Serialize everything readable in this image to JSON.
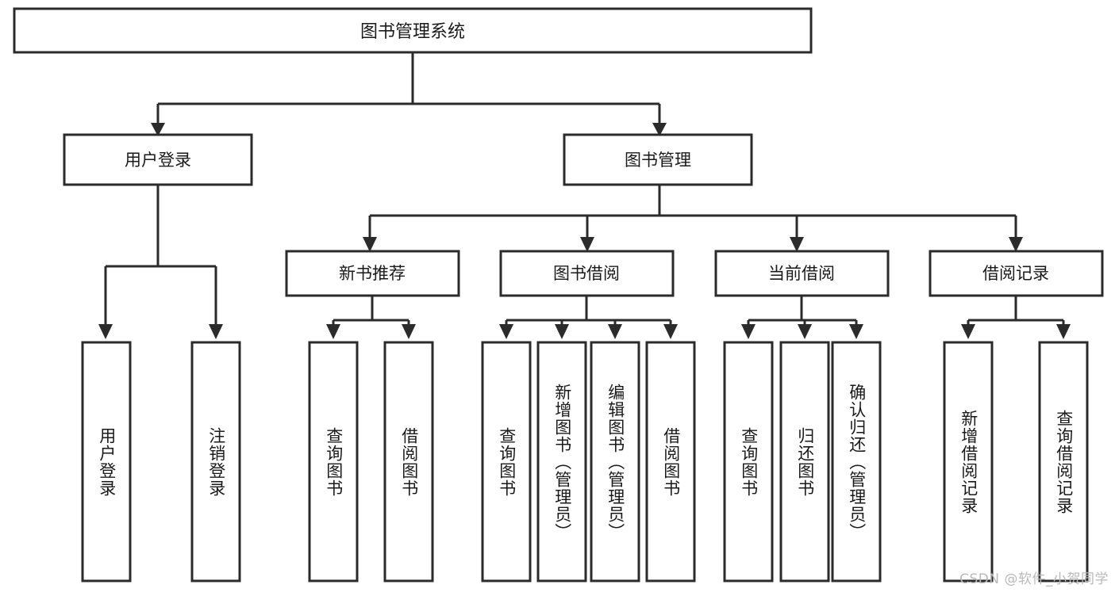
{
  "diagram": {
    "title": "图书管理系统",
    "type": "tree",
    "orientation": "top-down",
    "watermark": "CSDN @软件_小贺同学",
    "colors": {
      "background": "#ffffff",
      "box_border": "#2b2b2b",
      "box_fill": "#ffffff",
      "edge": "#2b2b2b",
      "text": "#1a1a1a",
      "watermark": "#b9b9b9"
    },
    "root": {
      "label": "图书管理系统",
      "id": "root"
    },
    "level1": [
      {
        "id": "user-login",
        "label": "用户登录"
      },
      {
        "id": "book-manage",
        "label": "图书管理"
      }
    ],
    "level2": [
      {
        "id": "new-book-recommend",
        "label": "新书推荐",
        "parent": "book-manage"
      },
      {
        "id": "book-borrow",
        "label": "图书借阅",
        "parent": "book-manage"
      },
      {
        "id": "current-borrow",
        "label": "当前借阅",
        "parent": "book-manage"
      },
      {
        "id": "borrow-record",
        "label": "借阅记录",
        "parent": "book-manage"
      }
    ],
    "leaves": [
      {
        "id": "leaf-user-login",
        "label": "用户登录",
        "parent": "user-login"
      },
      {
        "id": "leaf-logout-login",
        "label": "注销登录",
        "parent": "user-login"
      },
      {
        "id": "leaf-query-book-1",
        "label": "查询图书",
        "parent": "new-book-recommend"
      },
      {
        "id": "leaf-borrow-book-1",
        "label": "借阅图书",
        "parent": "new-book-recommend"
      },
      {
        "id": "leaf-query-book-2",
        "label": "查询图书",
        "parent": "book-borrow"
      },
      {
        "id": "leaf-add-book",
        "label": "新增图书（管理员）",
        "parent": "book-borrow"
      },
      {
        "id": "leaf-edit-book",
        "label": "编辑图书（管理员）",
        "parent": "book-borrow"
      },
      {
        "id": "leaf-borrow-book-2",
        "label": "借阅图书",
        "parent": "book-borrow"
      },
      {
        "id": "leaf-query-book-3",
        "label": "查询图书",
        "parent": "current-borrow"
      },
      {
        "id": "leaf-return-book",
        "label": "归还图书",
        "parent": "current-borrow"
      },
      {
        "id": "leaf-confirm-return",
        "label": "确认归还（管理员）",
        "parent": "current-borrow"
      },
      {
        "id": "leaf-add-borrow-record",
        "label": "新增借阅记录",
        "parent": "borrow-record"
      },
      {
        "id": "leaf-query-borrow-record",
        "label": "查询借阅记录",
        "parent": "borrow-record"
      }
    ]
  }
}
